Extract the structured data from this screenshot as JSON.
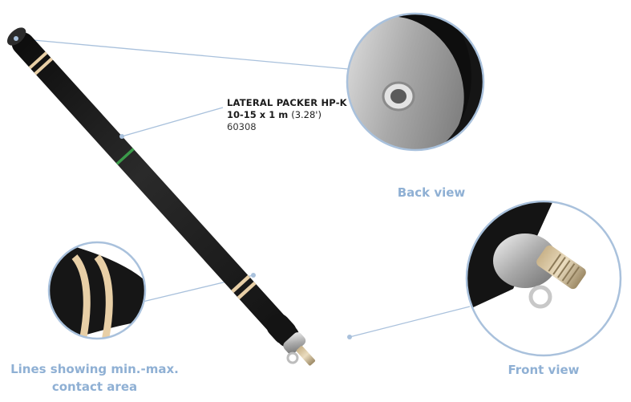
{
  "product": {
    "name": "LATERAL PACKER HP-K",
    "size": "10-15 x 1 m",
    "size_imperial": "(3.28')",
    "code": "60308"
  },
  "callouts": {
    "back_view": "Back view",
    "front_view": "Front view",
    "lines_line1": "Lines showing min.-max.",
    "lines_line2": "contact area"
  },
  "colors": {
    "callout_ring": "#a9c1dc",
    "callout_text": "#8fb0d4",
    "tube": "#1c1c1c",
    "band": "#e8cfa6",
    "green_band": "#3b9a4a"
  }
}
